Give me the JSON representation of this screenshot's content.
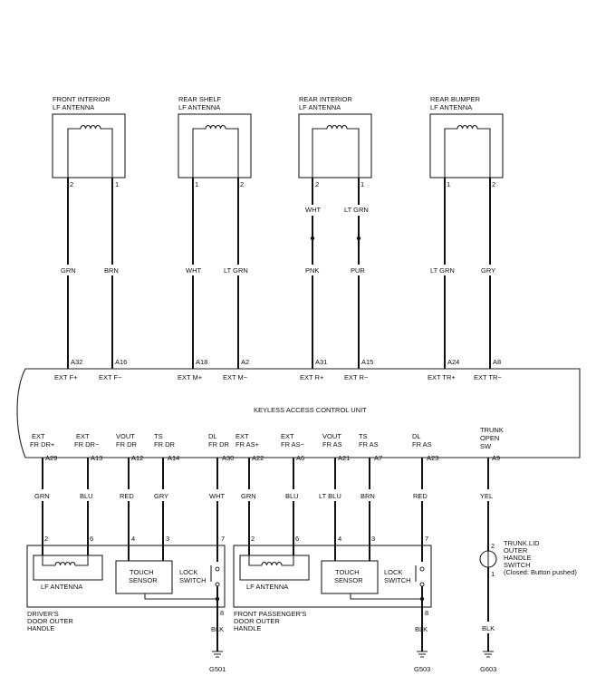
{
  "antennas": [
    {
      "title": [
        "FRONT INTERIOR",
        "LF ANTENNA"
      ],
      "pins": [
        "2",
        "1"
      ]
    },
    {
      "title": [
        "REAR SHELF",
        "LF ANTENNA"
      ],
      "pins": [
        "1",
        "2"
      ]
    },
    {
      "title": [
        "REAR INTERIOR",
        "LF ANTENNA"
      ],
      "pins": [
        "2",
        "1"
      ]
    },
    {
      "title": [
        "REAR BUMPER",
        "LF ANTENNA"
      ],
      "pins": [
        "1",
        "2"
      ]
    }
  ],
  "upper_wires": [
    {
      "mid": "",
      "color": "GRN",
      "pin": "A32",
      "label": "EXT F+"
    },
    {
      "mid": "",
      "color": "BRN",
      "pin": "A16",
      "label": "EXT F−"
    },
    {
      "mid": "",
      "color": "WHT",
      "pin": "A18",
      "label": "EXT M+"
    },
    {
      "mid": "",
      "color": "LT GRN",
      "pin": "A2",
      "label": "EXT M−"
    },
    {
      "mid": "WHT",
      "color": "PNK",
      "pin": "A31",
      "label": "EXT R+"
    },
    {
      "mid": "LT GRN",
      "color": "PUR",
      "pin": "A15",
      "label": "EXT R−"
    },
    {
      "mid": "",
      "color": "LT GRN",
      "pin": "A24",
      "label": "EXT TR+"
    },
    {
      "mid": "",
      "color": "GRY",
      "pin": "A8",
      "label": "EXT TR−"
    }
  ],
  "unit_title": "KEYLESS ACCESS CONTROL UNIT",
  "lower_wires": [
    {
      "label": [
        "EXT",
        "FR DR+"
      ],
      "pin": "A29",
      "color": "GRN",
      "bottom_pin": "2"
    },
    {
      "label": [
        "EXT",
        "FR DR−"
      ],
      "pin": "A13",
      "color": "BLU",
      "bottom_pin": "6"
    },
    {
      "label": [
        "VOUT",
        "FR DR"
      ],
      "pin": "A12",
      "color": "RED",
      "bottom_pin": "4"
    },
    {
      "label": [
        "TS",
        "FR DR"
      ],
      "pin": "A14",
      "color": "GRY",
      "bottom_pin": "3"
    },
    {
      "label": [
        "DL",
        "FR DR"
      ],
      "pin": "A30",
      "color": "WHT",
      "bottom_pin": "7"
    },
    {
      "label": [
        "EXT",
        "FR AS+"
      ],
      "pin": "A22",
      "color": "GRN",
      "bottom_pin": "2"
    },
    {
      "label": [
        "EXT",
        "FR AS−"
      ],
      "pin": "A6",
      "color": "BLU",
      "bottom_pin": "6"
    },
    {
      "label": [
        "VOUT",
        "FR AS"
      ],
      "pin": "A21",
      "color": "LT BLU",
      "bottom_pin": "4"
    },
    {
      "label": [
        "TS",
        "FR AS"
      ],
      "pin": "A7",
      "color": "BRN",
      "bottom_pin": "3"
    },
    {
      "label": [
        "DL",
        "FR AS"
      ],
      "pin": "A23",
      "color": "RED",
      "bottom_pin": "7"
    },
    {
      "label": [
        "TRUNK",
        "OPEN",
        "SW"
      ],
      "pin": "A9",
      "color": "YEL",
      "bottom_pin": "2"
    }
  ],
  "handles": [
    {
      "antenna": "LF ANTENNA",
      "sensor": [
        "TOUCH",
        "SENSOR"
      ],
      "switch": [
        "LOCK",
        "SWITCH"
      ],
      "pin_out": "8",
      "wire": "BLK",
      "ground": "G501",
      "name": [
        "DRIVER'S",
        "DOOR OUTER",
        "HANDLE"
      ]
    },
    {
      "antenna": "LF ANTENNA",
      "sensor": [
        "TOUCH",
        "SENSOR"
      ],
      "switch": [
        "LOCK",
        "SWITCH"
      ],
      "pin_out": "8",
      "wire": "BLK",
      "ground": "G503",
      "name": [
        "FRONT PASSENGER'S",
        "DOOR OUTER",
        "HANDLE"
      ]
    }
  ],
  "trunk": {
    "label": [
      "TRUNK LID",
      "OUTER",
      "HANDLE",
      "SWITCH",
      "(Closed: Button pushed)"
    ],
    "pin_out": "1",
    "wire": "BLK",
    "ground": "G603"
  }
}
